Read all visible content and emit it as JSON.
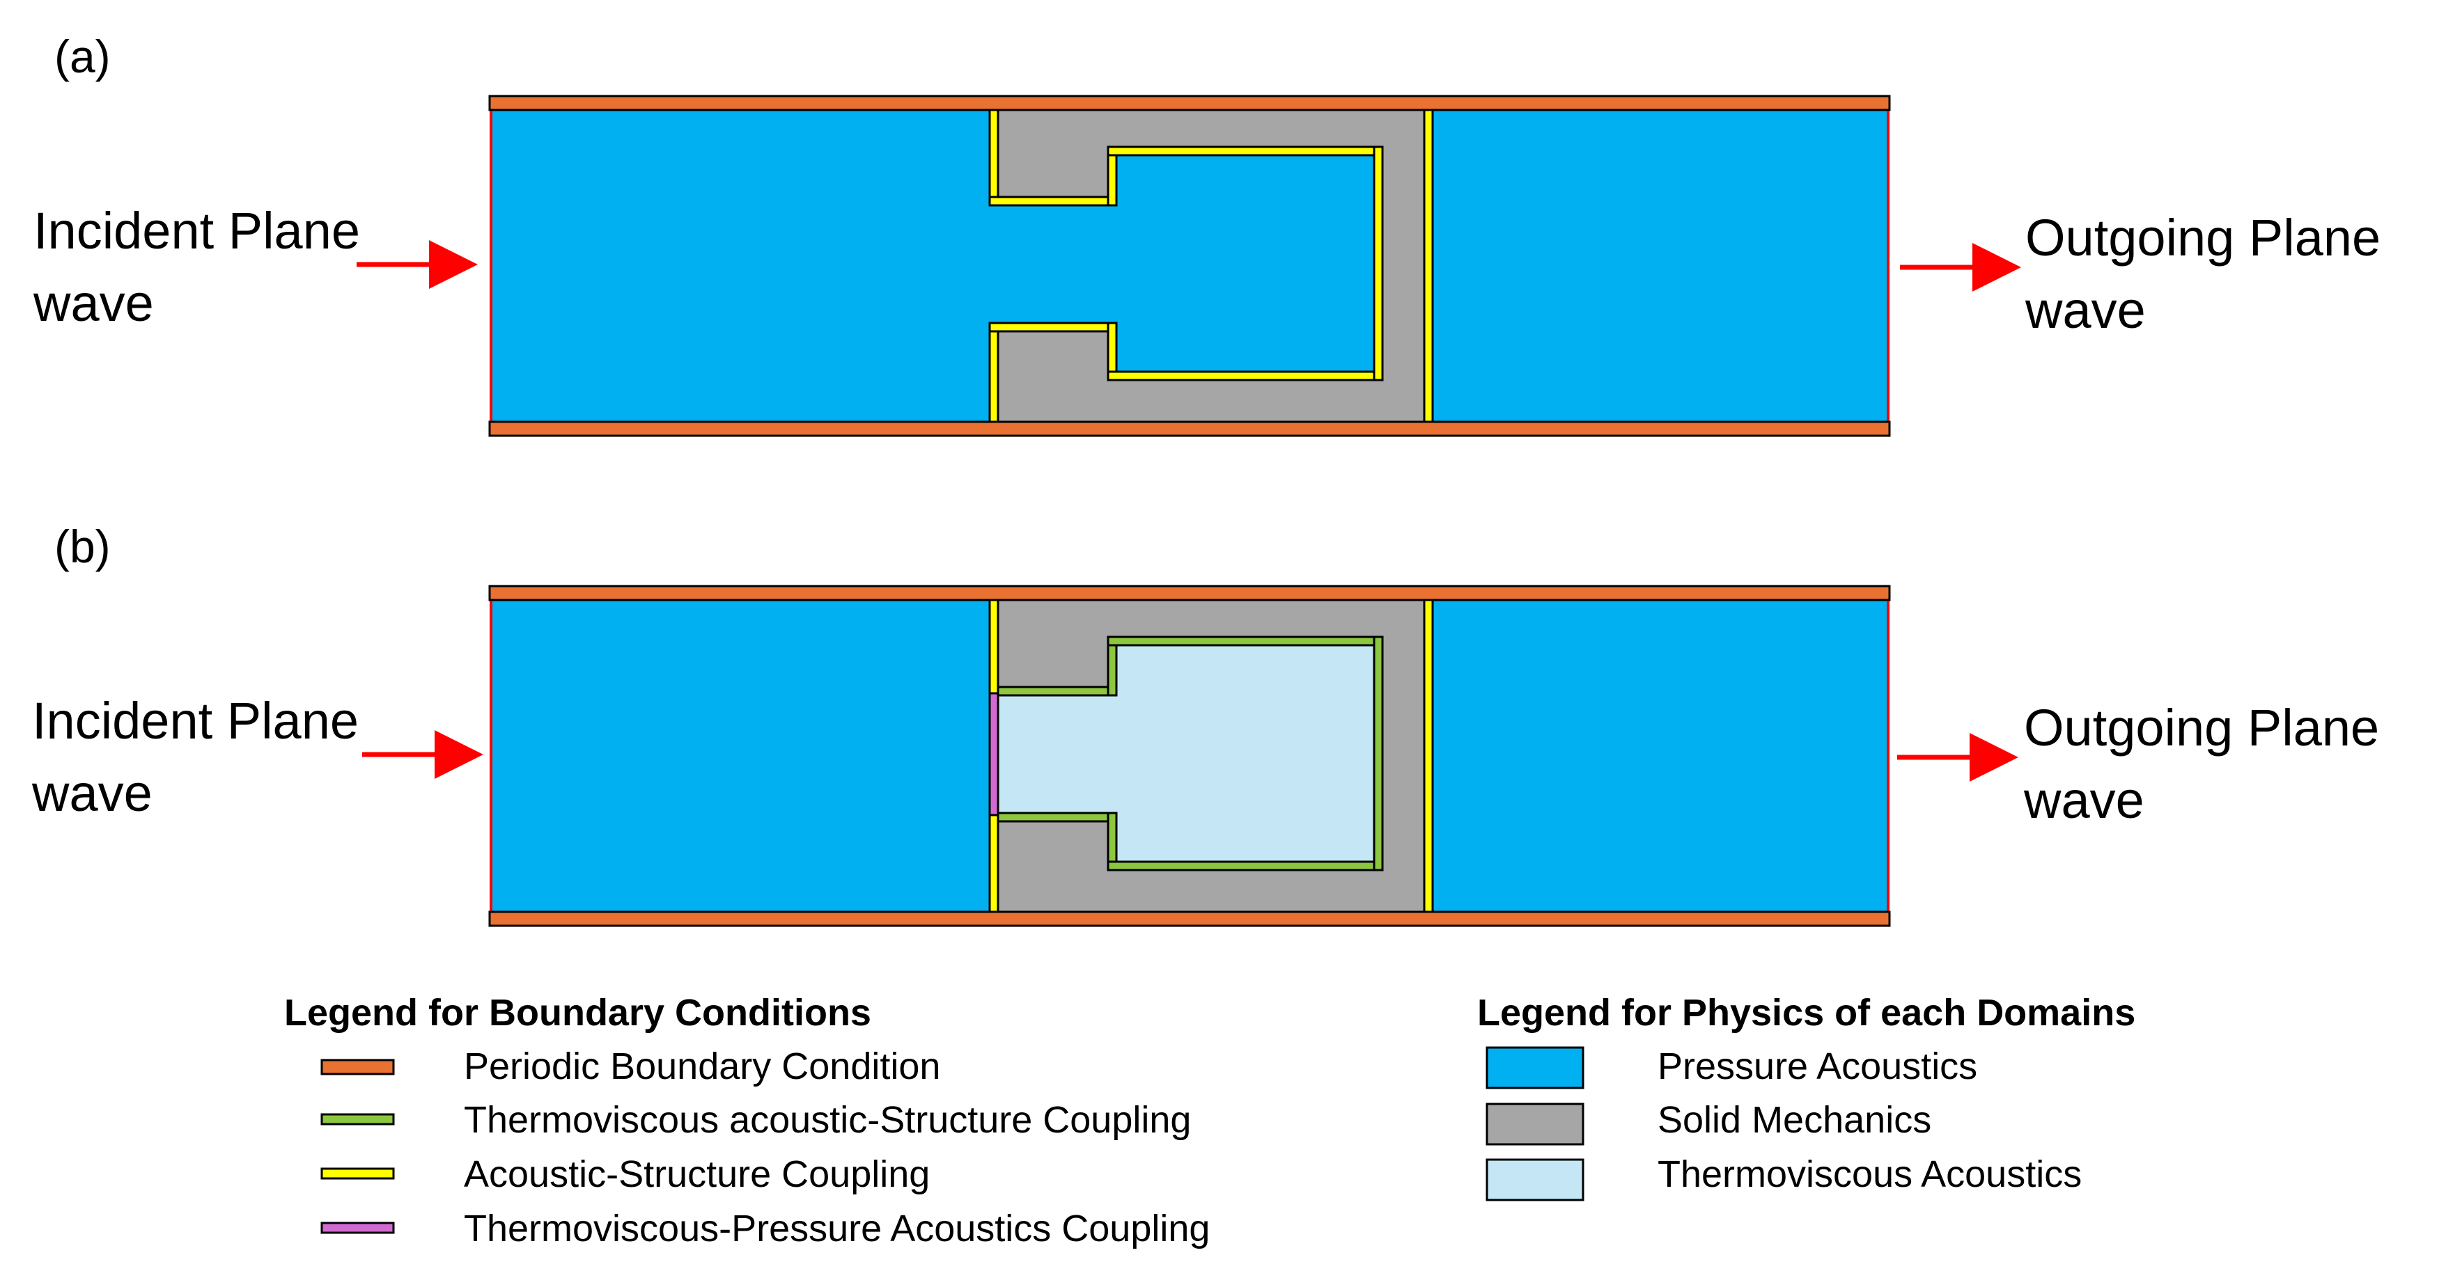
{
  "panels": {
    "a": {
      "label": "(a)",
      "incident_line1": "Incident Plane",
      "incident_line2": "wave",
      "outgoing_line1": "Outgoing Plane",
      "outgoing_line2": "wave"
    },
    "b": {
      "label": "(b)",
      "incident_line1": "Incident Plane",
      "incident_line2": "wave",
      "outgoing_line1": "Outgoing Plane",
      "outgoing_line2": "wave"
    }
  },
  "legend_bc": {
    "title": "Legend for Boundary Conditions",
    "items": [
      {
        "label": "Periodic Boundary Condition",
        "color": "#E97132"
      },
      {
        "label": "Thermoviscous acoustic-Structure Coupling",
        "color": "#8DC63F"
      },
      {
        "label": "Acoustic-Structure Coupling",
        "color": "#FFFF00"
      },
      {
        "label": "Thermoviscous-Pressure Acoustics Coupling",
        "color": "#D16BD1"
      }
    ]
  },
  "legend_physics": {
    "title": "Legend for Physics of each Domains",
    "items": [
      {
        "label": "Pressure Acoustics",
        "color": "#00B0F0"
      },
      {
        "label": "Solid Mechanics",
        "color": "#A6A6A6"
      },
      {
        "label": "Thermoviscous Acoustics",
        "color": "#C5E6F5"
      }
    ]
  },
  "colors": {
    "pressure_acoustics": "#00B0F0",
    "solid": "#A6A6A6",
    "thermoviscous": "#C5E6F5",
    "periodic": "#E97132",
    "acoustic_structure": "#FFFF00",
    "thermo_structure": "#8DC63F",
    "thermo_pressure": "#D16BD1",
    "arrow": "#FF0000",
    "inlet_edge": "#FF0000",
    "outline": "#000000"
  }
}
